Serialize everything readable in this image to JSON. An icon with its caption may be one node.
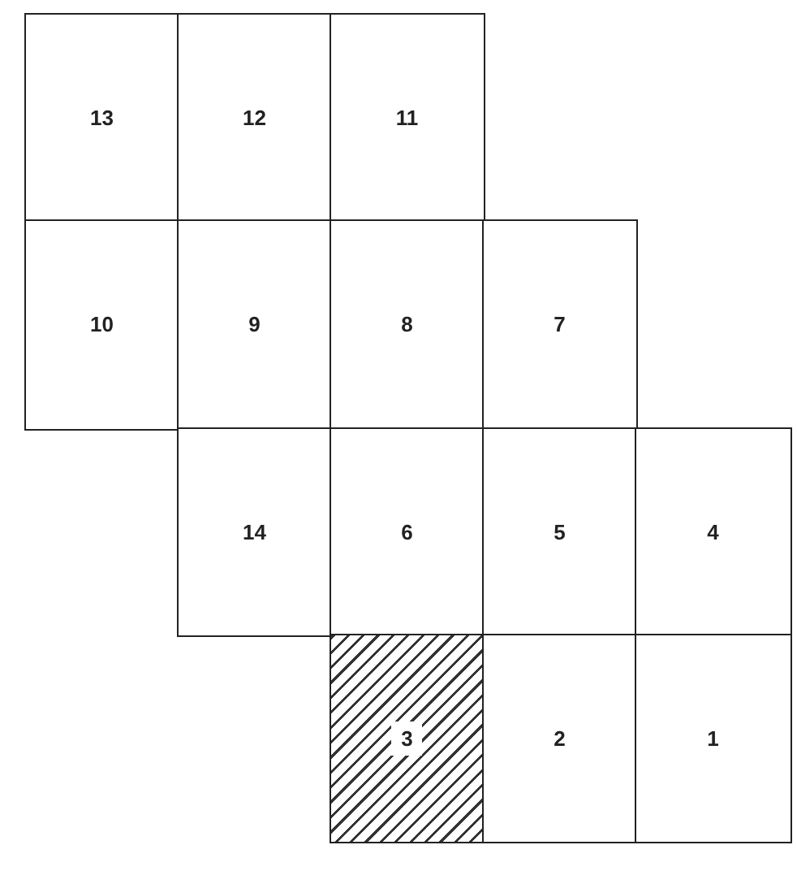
{
  "diagram": {
    "nodes": [
      {
        "text": [
          "13"
        ]
      },
      {
        "text": [
          "12"
        ]
      },
      {
        "text": [
          "11"
        ]
      },
      {
        "text": [
          "10"
        ]
      },
      {
        "text": [
          "9"
        ]
      },
      {
        "text": [
          "8"
        ]
      },
      {
        "text": [
          "7"
        ]
      },
      {
        "text": [
          "14"
        ]
      },
      {
        "text": [
          "6"
        ]
      },
      {
        "text": [
          "5"
        ]
      },
      {
        "text": [
          "4"
        ]
      },
      {
        "text": [
          "3"
        ]
      },
      {
        "text": [
          "2"
        ]
      },
      {
        "text": [
          "1"
        ]
      }
    ]
  }
}
